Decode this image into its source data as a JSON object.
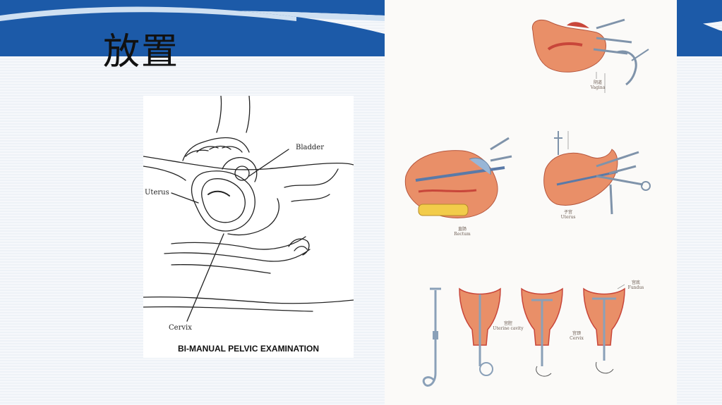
{
  "slide": {
    "title": "放置",
    "colors": {
      "band": "#1c5aa8",
      "band_light": "#cfe0f2",
      "flesh": "#e98f68",
      "flesh_dark": "#c8463a",
      "instrument": "#8aa0b8"
    }
  },
  "left_figure": {
    "caption": "BI-MANUAL PELVIC EXAMINATION",
    "labels": {
      "bladder": "Bladder",
      "uterus": "Uterus",
      "cervix": "Cervix"
    }
  },
  "right_figures": {
    "vagina_cn": "阴道",
    "vagina_en": "Vagina",
    "rectum_cn": "直肠",
    "rectum_en": "Rectum",
    "uterus_cn": "子宫",
    "uterus_en": "Uterus",
    "uterine_cavity_cn": "宫腔",
    "uterine_cavity_en": "Uterine cavity",
    "cervix_cn": "宫颈",
    "cervix_en": "Cervix",
    "fundus_cn": "宫底",
    "fundus_en": "Fundus"
  }
}
